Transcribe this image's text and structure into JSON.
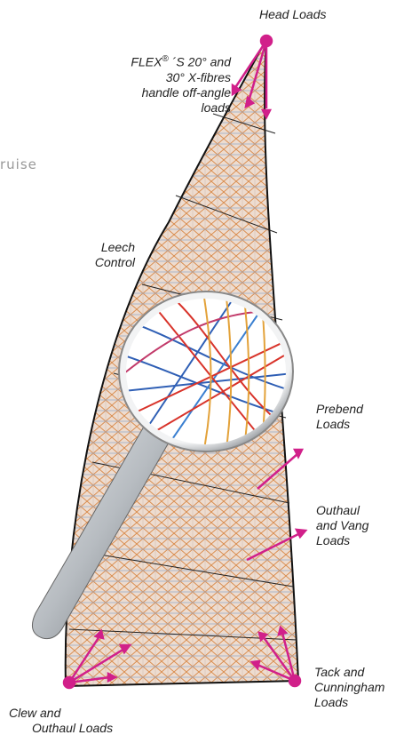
{
  "brand_text": "ruise",
  "labels": {
    "head_loads": "Head Loads",
    "flex_line1": "FLEX",
    "flex_reg": "®",
    "flex_line1_rest": " ´S 20° and",
    "flex_line2": "30° X-fibres",
    "flex_line3": "handle off-angle",
    "flex_line4": "loads",
    "leech_line1": "Leech",
    "leech_line2": "Control",
    "prebend_line1": "Prebend",
    "prebend_line2": "Loads",
    "outhaul_line1": "Outhaul",
    "outhaul_line2": "and Vang",
    "outhaul_line3": "Loads",
    "tack_line1": "Tack and",
    "tack_line2": "Cunningham",
    "tack_line3": "Loads",
    "clew_line1": "Clew and",
    "clew_line2": "Outhaul Loads"
  },
  "colors": {
    "sail_fill": "#e9d6c8",
    "mesh_orange": "#d98a4a",
    "mesh_blue": "#8fa6c7",
    "arrow_magenta": "#d1208a",
    "outline": "#111111"
  }
}
